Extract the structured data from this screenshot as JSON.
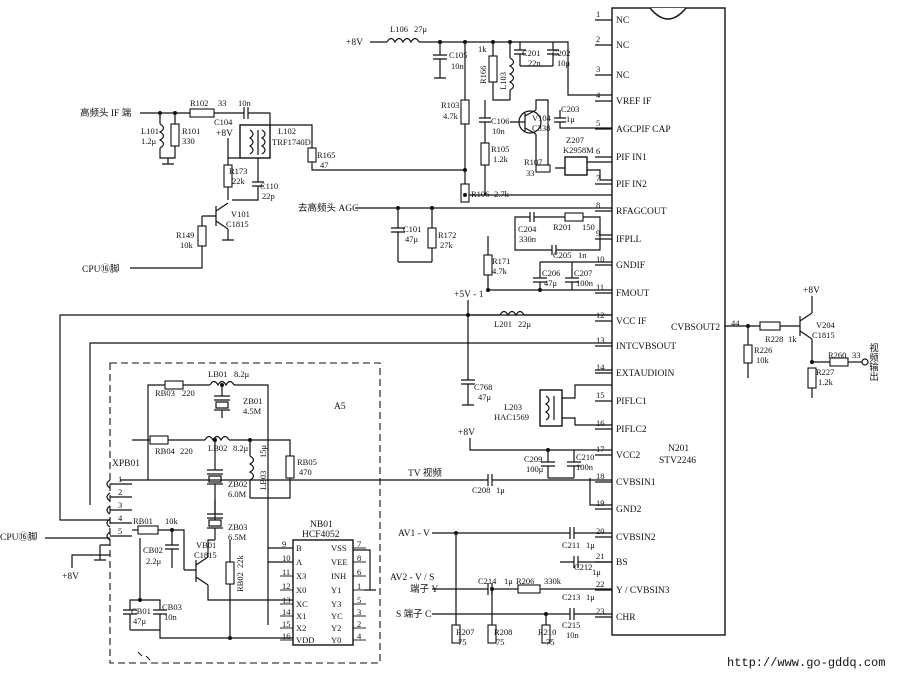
{
  "ic": {
    "n201": {
      "ref": "N201",
      "part": "STV2246",
      "out_label": "CVBSOUT2",
      "out_pin": "44"
    },
    "nb01": {
      "ref": "NB01",
      "part": "HCF4052"
    }
  },
  "ic_pins": [
    {
      "num": "1",
      "name": "NC"
    },
    {
      "num": "2",
      "name": "NC"
    },
    {
      "num": "3",
      "name": "NC"
    },
    {
      "num": "4",
      "name": "VREF IF"
    },
    {
      "num": "5",
      "name": "AGCPIF CAP"
    },
    {
      "num": "6",
      "name": "PIF IN1"
    },
    {
      "num": "7",
      "name": "PIF IN2"
    },
    {
      "num": "8",
      "name": "RFAGCOUT"
    },
    {
      "num": "9",
      "name": "IFPLL"
    },
    {
      "num": "10",
      "name": "GNDIF"
    },
    {
      "num": "11",
      "name": "FMOUT"
    },
    {
      "num": "12",
      "name": "VCC IF"
    },
    {
      "num": "13",
      "name": "INTCVBSOUT"
    },
    {
      "num": "14",
      "name": "EXTAUDIOIN"
    },
    {
      "num": "15",
      "name": "PIFLC1"
    },
    {
      "num": "16",
      "name": "PIFLC2"
    },
    {
      "num": "17",
      "name": "VCC2"
    },
    {
      "num": "18",
      "name": "CVBSIN1"
    },
    {
      "num": "19",
      "name": "GND2"
    },
    {
      "num": "20",
      "name": "CVBSIN2"
    },
    {
      "num": "21",
      "name": "BS"
    },
    {
      "num": "22",
      "name": "Y / CVBSIN3"
    },
    {
      "num": "23",
      "name": "CHR"
    }
  ],
  "nb01_pins_left": [
    {
      "num": "9",
      "name": "B"
    },
    {
      "num": "10",
      "name": "A"
    },
    {
      "num": "11",
      "name": "X3"
    },
    {
      "num": "12",
      "name": "X0"
    },
    {
      "num": "13",
      "name": "XC"
    },
    {
      "num": "14",
      "name": "X1"
    },
    {
      "num": "15",
      "name": "X2"
    },
    {
      "num": "16",
      "name": "VDD"
    }
  ],
  "nb01_pins_right": [
    {
      "num": "7",
      "name": "VSS"
    },
    {
      "num": "8",
      "name": "VEE"
    },
    {
      "num": "6",
      "name": "INH"
    },
    {
      "num": "1",
      "name": "Y1"
    },
    {
      "num": "5",
      "name": "Y3"
    },
    {
      "num": "3",
      "name": "YC"
    },
    {
      "num": "2",
      "name": "Y2"
    },
    {
      "num": "4",
      "name": "Y0"
    }
  ],
  "labels": {
    "tuner_if": "高频头 IF 端",
    "to_tuner_agc": "去高频头 AGC",
    "cpu_pin_1": "CPU⑯脚",
    "cpu_pin_2": "CPU⑯脚",
    "tv_video": "TV 视频",
    "av1_v": "AV1 - V",
    "av2_vs": "AV2 - V / S",
    "s_terminal_y": "端子 Y",
    "s_terminal_c": "S 端子 C",
    "video_out": "视频输出",
    "block_a5": "A5",
    "connector": "XPB01",
    "supply_8v_1": "+8V",
    "supply_8v_2": "+8V",
    "supply_8v_3": "+8V",
    "supply_8v_4": "+8V",
    "supply_5v": "+5V - 1",
    "url": "http://www.go-gddq.com"
  },
  "parts": {
    "L106": {
      "ref": "L106",
      "value": "27μ"
    },
    "C105": {
      "ref": "C105",
      "value": "10n"
    },
    "R166": {
      "ref": "R166",
      "value": "1k"
    },
    "L103": {
      "ref": "L103",
      "value": ""
    },
    "C201": {
      "ref": "C201",
      "value": "22n"
    },
    "C202": {
      "ref": "C202",
      "value": "10μ"
    },
    "R103": {
      "ref": "R103",
      "value": "4.7k"
    },
    "C106": {
      "ref": "C106",
      "value": "10n"
    },
    "V104": {
      "ref": "V104",
      "value": "C338"
    },
    "C203": {
      "ref": "C203",
      "value": "1μ"
    },
    "Z207": {
      "ref": "Z207",
      "value": "K2958M"
    },
    "R105": {
      "ref": "R105",
      "value": "1.2k"
    },
    "R107": {
      "ref": "R107",
      "value": "33"
    },
    "R102": {
      "ref": "R102",
      "value": "33"
    },
    "C104": {
      "ref": "C104",
      "value": "10n"
    },
    "L101": {
      "ref": "L101",
      "value": "1.2μ"
    },
    "R101": {
      "ref": "R101",
      "value": "330"
    },
    "L102": {
      "ref": "L102",
      "value": "TRF1740D"
    },
    "R165": {
      "ref": "R165",
      "value": "47"
    },
    "R173": {
      "ref": "R173",
      "value": "22k"
    },
    "C110": {
      "ref": "C110",
      "value": "22p"
    },
    "R106": {
      "ref": "R106",
      "value": "2.7k"
    },
    "V101": {
      "ref": "V101",
      "value": "C1815"
    },
    "R149": {
      "ref": "R149",
      "value": "10k"
    },
    "C101": {
      "ref": "C101",
      "value": "47μ"
    },
    "R172": {
      "ref": "R172",
      "value": "27k"
    },
    "C204": {
      "ref": "C204",
      "value": "330n"
    },
    "R201": {
      "ref": "R201",
      "value": "150"
    },
    "C205": {
      "ref": "C205",
      "value": "1n"
    },
    "R171": {
      "ref": "R171",
      "value": "4.7k"
    },
    "C206": {
      "ref": "C206",
      "value": "47μ"
    },
    "C207": {
      "ref": "C207",
      "value": "100n"
    },
    "L201": {
      "ref": "L201",
      "value": "22μ"
    },
    "C768": {
      "ref": "C768",
      "value": "47μ"
    },
    "L203": {
      "ref": "L203",
      "value": "HAC1569"
    },
    "C209": {
      "ref": "C209",
      "value": "100μ"
    },
    "C210": {
      "ref": "C210",
      "value": "100n"
    },
    "C208": {
      "ref": "C208",
      "value": "1μ"
    },
    "C211": {
      "ref": "C211",
      "value": "1μ"
    },
    "C212": {
      "ref": "C212",
      "value": "1μ"
    },
    "C213": {
      "ref": "C213",
      "value": "1μ"
    },
    "C214": {
      "ref": "C214",
      "value": "1μ"
    },
    "R206": {
      "ref": "R206",
      "value": "330k"
    },
    "C215": {
      "ref": "C215",
      "value": "10n"
    },
    "R207": {
      "ref": "R207",
      "value": "75"
    },
    "R208": {
      "ref": "R208",
      "value": "75"
    },
    "R210": {
      "ref": "R210",
      "value": "75"
    },
    "R228": {
      "ref": "R228",
      "value": "1k"
    },
    "V204": {
      "ref": "V204",
      "value": "C1815"
    },
    "R226": {
      "ref": "R226",
      "value": "10k"
    },
    "R227": {
      "ref": "R227",
      "value": "1.2k"
    },
    "R260": {
      "ref": "R260",
      "value": "33"
    },
    "LB01": {
      "ref": "LB01",
      "value": "8.2μ"
    },
    "RB03": {
      "ref": "RB03",
      "value": "220"
    },
    "ZB01": {
      "ref": "ZB01",
      "value": "4.5M"
    },
    "RB04": {
      "ref": "RB04",
      "value": "220"
    },
    "LB02": {
      "ref": "LB02",
      "value": "8.2μ"
    },
    "LB03": {
      "ref": "LB03",
      "value": "15μ"
    },
    "RB05": {
      "ref": "RB05",
      "value": "470"
    },
    "ZB02": {
      "ref": "ZB02",
      "value": "6.0M"
    },
    "ZB03": {
      "ref": "ZB03",
      "value": "6.5M"
    },
    "RB01": {
      "ref": "RB01",
      "value": "10k"
    },
    "VB01": {
      "ref": "VB01",
      "value": "C1815"
    },
    "CB02": {
      "ref": "CB02",
      "value": "2.2μ"
    },
    "RB02": {
      "ref": "RB02",
      "value": "22k"
    },
    "CB01": {
      "ref": "CB01",
      "value": "47μ"
    },
    "CB03": {
      "ref": "CB03",
      "value": "10n"
    }
  }
}
